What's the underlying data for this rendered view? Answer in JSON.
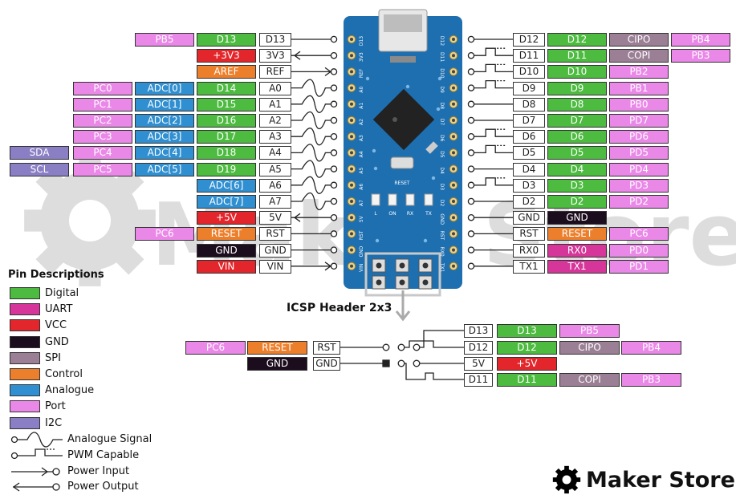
{
  "colors": {
    "digital": "#4cbb3f",
    "uart": "#d6359a",
    "vcc": "#e3262b",
    "gnd": "#1c0d1e",
    "spi": "#9b7f95",
    "control": "#ec7f2c",
    "analogue": "#2f8fd0",
    "port": "#ea88e8",
    "i2c": "#8a7fc4",
    "pin": "#ffffff",
    "board": "#1e6fb0"
  },
  "left_rows": [
    {
      "pin": "D13",
      "sig": "pwm-none",
      "labels": [
        [
          "D13",
          "digital"
        ],
        [
          "PB5",
          "port"
        ]
      ]
    },
    {
      "pin": "3V3",
      "sig": "out",
      "labels": [
        [
          "+3V3",
          "vcc"
        ]
      ]
    },
    {
      "pin": "REF",
      "sig": "in",
      "labels": [
        [
          "AREF",
          "control"
        ]
      ]
    },
    {
      "pin": "A0",
      "sig": "analog",
      "labels": [
        [
          "D14",
          "digital"
        ],
        [
          "ADC[0]",
          "analogue"
        ],
        [
          "PC0",
          "port"
        ]
      ]
    },
    {
      "pin": "A1",
      "sig": "analog",
      "labels": [
        [
          "D15",
          "digital"
        ],
        [
          "ADC[1]",
          "analogue"
        ],
        [
          "PC1",
          "port"
        ]
      ]
    },
    {
      "pin": "A2",
      "sig": "analog",
      "labels": [
        [
          "D16",
          "digital"
        ],
        [
          "ADC[2]",
          "analogue"
        ],
        [
          "PC2",
          "port"
        ]
      ]
    },
    {
      "pin": "A3",
      "sig": "analog",
      "labels": [
        [
          "D17",
          "digital"
        ],
        [
          "ADC[3]",
          "analogue"
        ],
        [
          "PC3",
          "port"
        ]
      ]
    },
    {
      "pin": "A4",
      "sig": "analog",
      "labels": [
        [
          "D18",
          "digital"
        ],
        [
          "ADC[4]",
          "analogue"
        ],
        [
          "PC4",
          "port"
        ],
        [
          "SDA",
          "i2c"
        ]
      ]
    },
    {
      "pin": "A5",
      "sig": "analog",
      "labels": [
        [
          "D19",
          "digital"
        ],
        [
          "ADC[5]",
          "analogue"
        ],
        [
          "PC5",
          "port"
        ],
        [
          "SCL",
          "i2c"
        ]
      ]
    },
    {
      "pin": "A6",
      "sig": "analog",
      "labels": [
        [
          "ADC[6]",
          "analogue"
        ]
      ]
    },
    {
      "pin": "A7",
      "sig": "analog",
      "labels": [
        [
          "ADC[7]",
          "analogue"
        ]
      ]
    },
    {
      "pin": "5V",
      "sig": "out",
      "labels": [
        [
          "+5V",
          "vcc"
        ]
      ]
    },
    {
      "pin": "RST",
      "sig": "none",
      "labels": [
        [
          "RESET",
          "control"
        ],
        [
          "PC6",
          "port"
        ]
      ]
    },
    {
      "pin": "GND",
      "sig": "none",
      "labels": [
        [
          "GND",
          "gnd"
        ]
      ]
    },
    {
      "pin": "VIN",
      "sig": "in",
      "labels": [
        [
          "VIN",
          "vcc"
        ]
      ]
    }
  ],
  "right_rows": [
    {
      "pin": "D12",
      "sig": "none",
      "labels": [
        [
          "D12",
          "digital"
        ],
        [
          "CIPO",
          "spi"
        ],
        [
          "PB4",
          "port"
        ]
      ]
    },
    {
      "pin": "D11",
      "sig": "pwm",
      "labels": [
        [
          "D11",
          "digital"
        ],
        [
          "COPI",
          "spi"
        ],
        [
          "PB3",
          "port"
        ]
      ]
    },
    {
      "pin": "D10",
      "sig": "pwm",
      "labels": [
        [
          "D10",
          "digital"
        ],
        [
          "PB2",
          "port"
        ]
      ]
    },
    {
      "pin": "D9",
      "sig": "pwm",
      "labels": [
        [
          "D9",
          "digital"
        ],
        [
          "PB1",
          "port"
        ]
      ]
    },
    {
      "pin": "D8",
      "sig": "none",
      "labels": [
        [
          "D8",
          "digital"
        ],
        [
          "PB0",
          "port"
        ]
      ]
    },
    {
      "pin": "D7",
      "sig": "none",
      "labels": [
        [
          "D7",
          "digital"
        ],
        [
          "PD7",
          "port"
        ]
      ]
    },
    {
      "pin": "D6",
      "sig": "pwm",
      "labels": [
        [
          "D6",
          "digital"
        ],
        [
          "PD6",
          "port"
        ]
      ]
    },
    {
      "pin": "D5",
      "sig": "pwm",
      "labels": [
        [
          "D5",
          "digital"
        ],
        [
          "PD5",
          "port"
        ]
      ]
    },
    {
      "pin": "D4",
      "sig": "none",
      "labels": [
        [
          "D4",
          "digital"
        ],
        [
          "PD4",
          "port"
        ]
      ]
    },
    {
      "pin": "D3",
      "sig": "pwm",
      "labels": [
        [
          "D3",
          "digital"
        ],
        [
          "PD3",
          "port"
        ]
      ]
    },
    {
      "pin": "D2",
      "sig": "none",
      "labels": [
        [
          "D2",
          "digital"
        ],
        [
          "PD2",
          "port"
        ]
      ]
    },
    {
      "pin": "GND",
      "sig": "none",
      "labels": [
        [
          "GND",
          "gnd"
        ]
      ]
    },
    {
      "pin": "RST",
      "sig": "none",
      "labels": [
        [
          "RESET",
          "control"
        ],
        [
          "PC6",
          "port"
        ]
      ]
    },
    {
      "pin": "RX0",
      "sig": "none",
      "labels": [
        [
          "RX0",
          "uart"
        ],
        [
          "PD0",
          "port"
        ]
      ]
    },
    {
      "pin": "TX1",
      "sig": "none",
      "labels": [
        [
          "TX1",
          "uart"
        ],
        [
          "PD1",
          "port"
        ]
      ]
    }
  ],
  "icsp": {
    "title": "ICSP Header 2x3",
    "left": [
      {
        "pin": "RST",
        "labels": [
          [
            "RESET",
            "control"
          ],
          [
            "PC6",
            "port"
          ]
        ]
      },
      {
        "pin": "GND",
        "labels": [
          [
            "GND",
            "gnd"
          ]
        ]
      }
    ],
    "right": [
      {
        "pin": "D13",
        "sig": "none",
        "labels": [
          [
            "D13",
            "digital"
          ],
          [
            "PB5",
            "port"
          ]
        ]
      },
      {
        "pin": "D12",
        "sig": "none",
        "labels": [
          [
            "D12",
            "digital"
          ],
          [
            "CIPO",
            "spi"
          ],
          [
            "PB4",
            "port"
          ]
        ]
      },
      {
        "pin": "5V",
        "sig": "none",
        "labels": [
          [
            "+5V",
            "vcc"
          ]
        ]
      },
      {
        "pin": "D11",
        "sig": "pwm",
        "labels": [
          [
            "D11",
            "digital"
          ],
          [
            "COPI",
            "spi"
          ],
          [
            "PB3",
            "port"
          ]
        ]
      }
    ]
  },
  "board_text": {
    "left_pins": [
      "D13",
      "3V3",
      "REF",
      "A0",
      "A1",
      "A2",
      "A3",
      "A4",
      "A5",
      "A6",
      "A7",
      "5V",
      "RST",
      "GND",
      "VIN"
    ],
    "right_pins": [
      "D12",
      "D11",
      "D10",
      "D9",
      "D8",
      "D7",
      "D6",
      "D5",
      "D4",
      "D3",
      "D2",
      "GND",
      "RST",
      "RX0",
      "TX1"
    ],
    "reset": "RESET",
    "leds": [
      "L",
      "ON",
      "RX",
      "TX"
    ]
  },
  "legend": {
    "title": "Pin Descriptions",
    "items": [
      {
        "label": "Digital",
        "color": "digital"
      },
      {
        "label": "UART",
        "color": "uart"
      },
      {
        "label": "VCC",
        "color": "vcc"
      },
      {
        "label": "GND",
        "color": "gnd"
      },
      {
        "label": "SPI",
        "color": "spi"
      },
      {
        "label": "Control",
        "color": "control"
      },
      {
        "label": "Analogue",
        "color": "analogue"
      },
      {
        "label": "Port",
        "color": "port"
      },
      {
        "label": "I2C",
        "color": "i2c"
      }
    ],
    "symbols": [
      "Analogue Signal",
      "PWM Capable",
      "Power Input",
      "Power Output"
    ]
  },
  "watermark": "Maker Store",
  "brand": "Maker Store"
}
